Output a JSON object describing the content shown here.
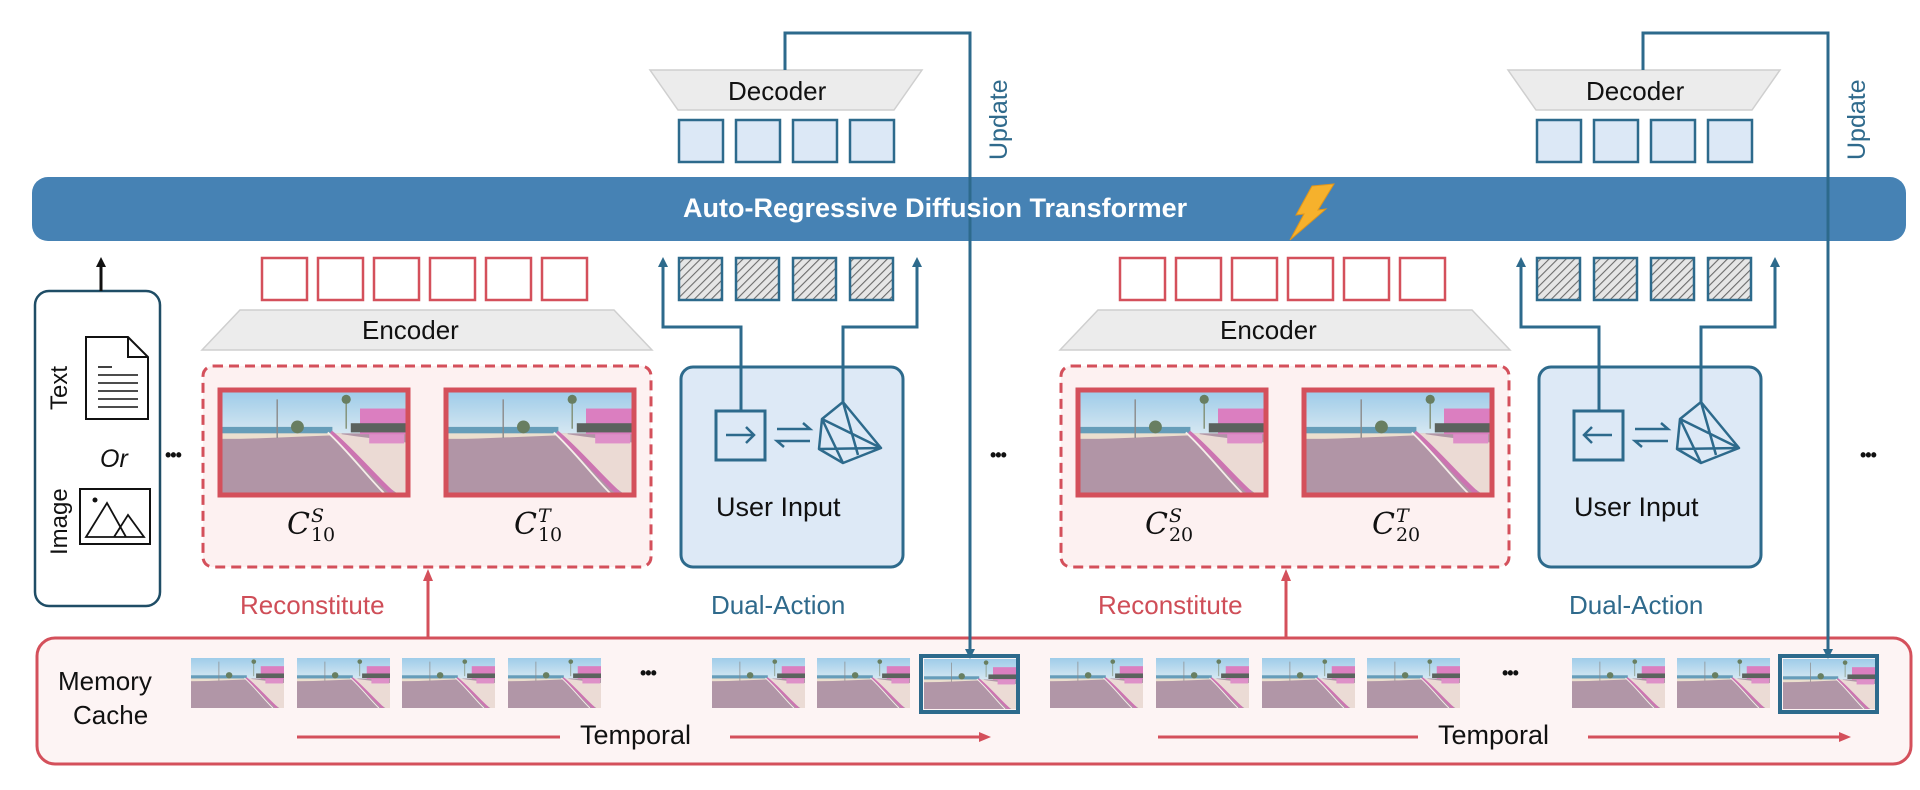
{
  "transformer": {
    "title": "Auto-Regressive Diffusion Transformer",
    "icon": "lightning-icon"
  },
  "input_box": {
    "text_label": "Text",
    "or_label": "Or",
    "image_label": "Image"
  },
  "ellipsis": "•••",
  "blocks": [
    {
      "decoder_label": "Decoder",
      "update_label": "Update",
      "encoder_label": "Encoder",
      "source_label": {
        "base": "C",
        "sup": "S",
        "sub": "10"
      },
      "target_label": {
        "base": "C",
        "sup": "T",
        "sub": "10"
      },
      "user_input_label": "User Input",
      "key_direction": "right",
      "reconstitute_label": "Reconstitute",
      "dual_action_label": "Dual-Action"
    },
    {
      "decoder_label": "Decoder",
      "update_label": "Update",
      "encoder_label": "Encoder",
      "source_label": {
        "base": "C",
        "sup": "S",
        "sub": "20"
      },
      "target_label": {
        "base": "C",
        "sup": "T",
        "sub": "20"
      },
      "user_input_label": "User Input",
      "key_direction": "left",
      "reconstitute_label": "Reconstitute",
      "dual_action_label": "Dual-Action"
    }
  ],
  "memory_cache": {
    "label_line1": "Memory",
    "label_line2": "Cache",
    "temporal_label": "Temporal",
    "frames_per_group_before_gap": 4,
    "frames_per_group_after_gap": 3
  },
  "colors": {
    "transformer_bar": "#4682b4",
    "action_blue": "#2d6a8c",
    "latent_red": "#d4505b",
    "decoder_token_fill": "#dce8f6",
    "user_input_fill": "#dde9f6",
    "reconstitute_fill": "#fdf1f1",
    "memory_fill": "#fdf4f4",
    "codec_gray": "#ececec",
    "lightning": "#f6b12c"
  }
}
